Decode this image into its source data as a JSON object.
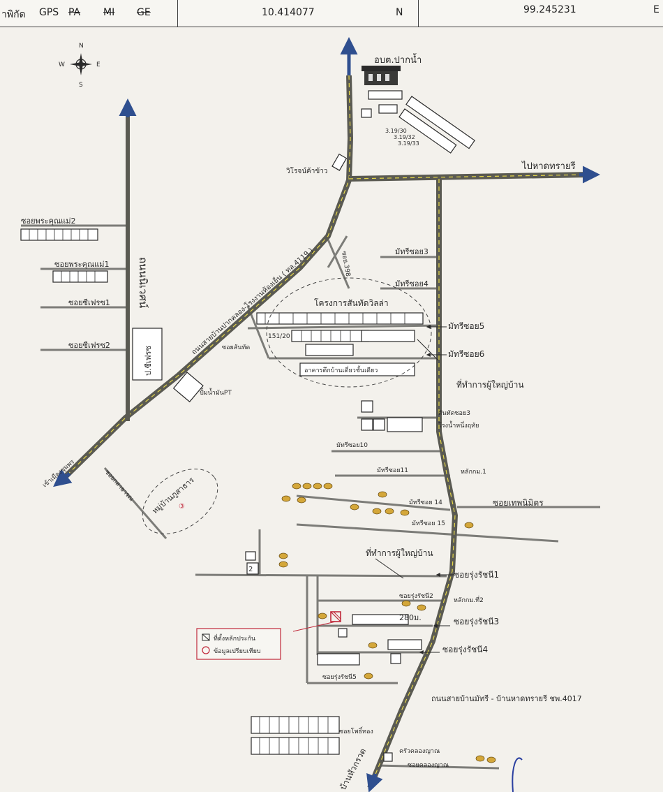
{
  "header": {
    "coord_label": "าพิกัด",
    "gps": "GPS",
    "pa": "PA",
    "mi": "MI",
    "ge": "GE",
    "latitude": "10.414077",
    "lat_dir": "N",
    "longitude": "99.245231",
    "lon_dir": "E"
  },
  "compass": {
    "n": "N",
    "s": "S",
    "e": "E",
    "w": "W"
  },
  "labels": {
    "obt": "อบต.ปากน้ำ",
    "to_beach": "ไปหาดทรายรี",
    "rice_mill": "วิโรจน์ค้าข้าว",
    "house_3_19_30": "3.19/30",
    "house_3_19_32": "3.19/32",
    "house_3_19_33": "3.19/33",
    "soi_phrakhun2": "ซอยพระคุณแม่2",
    "soi_phrakhun1": "ซอยพระคุณแม่1",
    "soi_sifreight1": "ซอยซีเฟรซ1",
    "soi_sifreight2": "ซอยซีเฟรซ2",
    "road_name_vertical": "ถนนนิเวศน์",
    "p_sifreight": "ป.ซีเฟรซ",
    "highway_main": "ถนนสายบ้านปากคลอง-โรงงานห้องเย็น ( ทล.4119 )",
    "soi_398": "ซอย.398",
    "mathri_soi3": "มัทรีซอย3",
    "mathri_soi4": "มัทรีซอย4",
    "mathri_soi5": "มัทรีซอย5",
    "mathri_soi6": "มัทรีซอย6",
    "project_villa": "โครงการสันทัดวิลล่า",
    "house_151_20": "151/20",
    "soi_santhat": "ซอยสันทัด",
    "building_single": "อาคารตึกบ้านเดี่ยวชั้นเดียว",
    "pt_station": "ปั้มน้ำมันPT",
    "headman_office1": "ที่ทำการผู้ใหญ่บ้าน",
    "santhat_soi3": "สันทัดซอย3",
    "factory": "โรงน้ำหนึ่งฤทัย",
    "mathri_soi10": "มัทรีซอย10",
    "mathri_soi11": "มัทรีซอย11",
    "km1": "หลักกม.1",
    "mathri_soi14": "มัทรีซอย 14",
    "soi_thepnimit": "ซอยเทพนิมิตร",
    "mathri_soi15": "มัทรีซอย 15",
    "to_chumphon": "เข้าเมืองชุมพร",
    "soi_sahakon": "ซอยกสาธารณ",
    "village_sahakan": "หมู่บ้านภูสาธาร",
    "circle_3": "③",
    "headman_office2": "ที่ทำการผู้ใหญ่บ้าน",
    "soi_rungratchani1": "ซอยรุ่งรัชนี1",
    "soi_rungratchani2": "ซอยรุ่งรัชนี2",
    "km2": "หลักกม.ที่2",
    "dist_280": "280ม.",
    "soi_rungratchani3": "ซอยรุ่งรัชนี3",
    "soi_rungratchani4": "ซอยรุ่งรัชนี4",
    "soi_rungratchani5": "ซอยรุ่งรัชนี5",
    "road_4017": "ถนนสายบ้านมัทรี - บ้านหาดทรายรี ชพ.4017",
    "soi_phothong": "ซอยโพธิ์ทอง",
    "khrua_khlong": "ครัวคลองญาณ",
    "soi_khlong": "ซอยคลองญาณ",
    "to_huakruat": "บ้านหัวกรวด",
    "box2": "2"
  },
  "legend": {
    "collateral": "ที่ตั้งหลักประกัน",
    "comparison": "ข้อมูลเปรียบเทียบ"
  },
  "colors": {
    "road_fill": "#5a5a52",
    "road_stripe": "#e6d84a",
    "arrow_blue": "#2f4f8f",
    "legend_red": "#c0283a",
    "ink": "#2a2a2a"
  }
}
